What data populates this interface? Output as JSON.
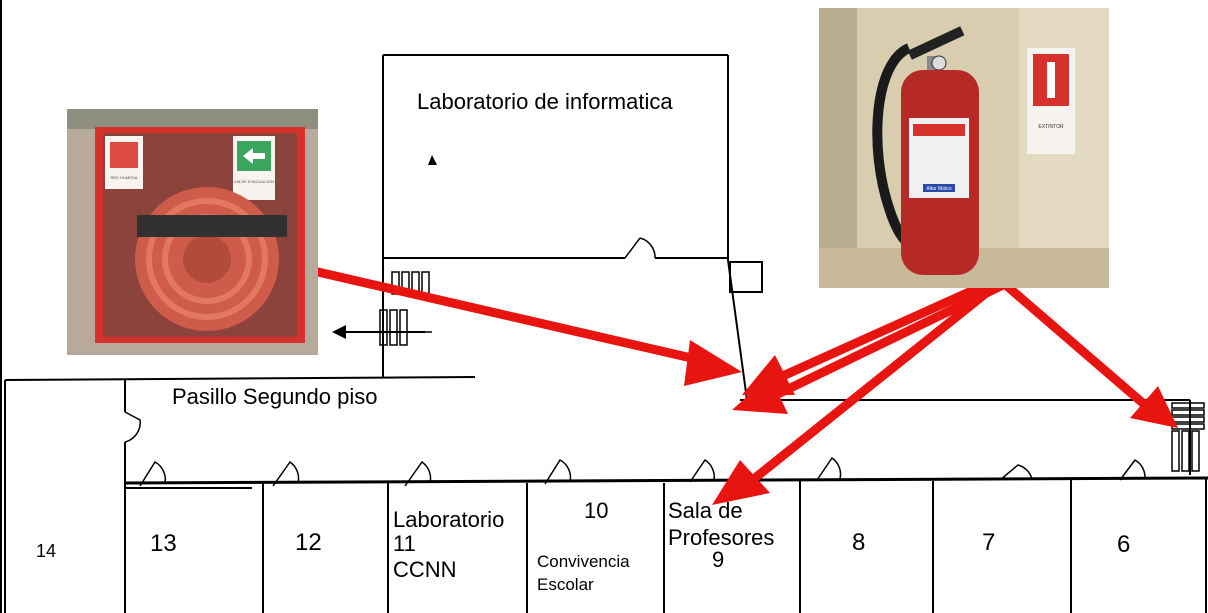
{
  "plan": {
    "lab_informatica": "Laboratorio de informatica",
    "corridor": "Pasillo Segundo piso",
    "rooms": {
      "r14": "14",
      "r13": "13",
      "r12": "12",
      "r11_line1": "Laboratorio",
      "r11_line2": "11",
      "r11_line3": "CCNN",
      "r10_num": "10",
      "r10_line1": "Convivencia",
      "r10_line2": "Escolar",
      "r9_line1": "Sala de",
      "r9_line2": "Profesores",
      "r9_num": "9",
      "r8": "8",
      "r7": "7",
      "r6": "6"
    }
  },
  "photos": {
    "hose_cabinet": {
      "sign_left": "RED HUMEDA",
      "sign_right": "VIA DE EVACUACION"
    },
    "extinguisher": {
      "sign": "EXTINTOR",
      "brand_label": "Altar Matco"
    }
  },
  "colors": {
    "arrow": "#e8140f",
    "cabinet_red": "#d6312a",
    "evacuation_green": "#1f9a47",
    "wall_beige": "#d9cdb0"
  }
}
